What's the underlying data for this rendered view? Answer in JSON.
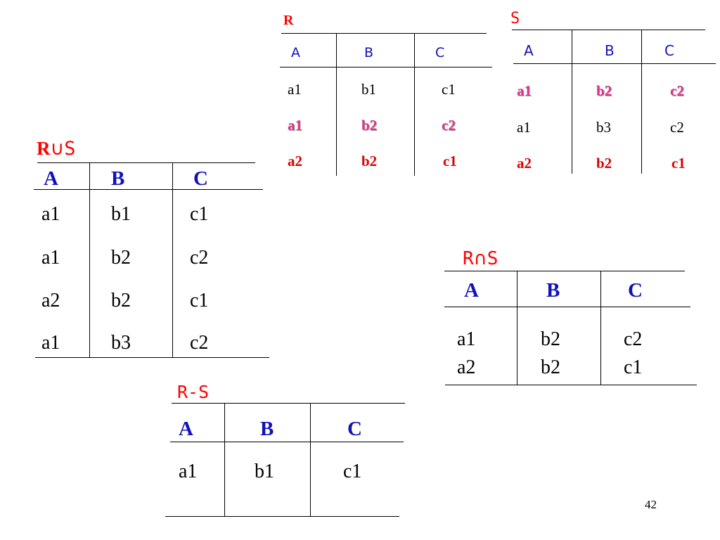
{
  "tables": {
    "r": {
      "title": "R",
      "headers": [
        "A",
        "B",
        "C"
      ],
      "rows": [
        [
          "a1",
          "b1",
          "c1"
        ],
        [
          "a1",
          "b2",
          "c2"
        ],
        [
          "a2",
          "b2",
          "c1"
        ]
      ]
    },
    "s": {
      "title": "S",
      "headers": [
        "A",
        "B",
        "C"
      ],
      "rows": [
        [
          "a1",
          "b2",
          "c2"
        ],
        [
          "a1",
          "b3",
          "c2"
        ],
        [
          "a2",
          "b2",
          "c1"
        ]
      ]
    },
    "union": {
      "title_left": "R",
      "symbol": "∪",
      "title_right": "S",
      "headers": [
        "A",
        "B",
        "C"
      ],
      "rows": [
        [
          "a1",
          "b1",
          "c1"
        ],
        [
          "a1",
          "b2",
          "c2"
        ],
        [
          "a2",
          "b2",
          "c1"
        ],
        [
          "a1",
          "b3",
          "c2"
        ]
      ]
    },
    "intersection": {
      "title_left": "R",
      "symbol": "∩",
      "title_right": "S",
      "headers": [
        "A",
        "B",
        "C"
      ],
      "rows": [
        [
          "a1",
          "b2",
          "c2"
        ],
        [
          "a2",
          "b2",
          "c1"
        ]
      ]
    },
    "difference": {
      "title": "R-S",
      "headers": [
        "A",
        "B",
        "C"
      ],
      "rows": [
        [
          "a1",
          "b1",
          "c1"
        ]
      ]
    }
  },
  "page_number": "42",
  "colors": {
    "title": "#ff0000",
    "header": "#1111bb",
    "highlight_common": "#e0338a",
    "highlight_row": "#dd0000",
    "text": "#000000"
  }
}
